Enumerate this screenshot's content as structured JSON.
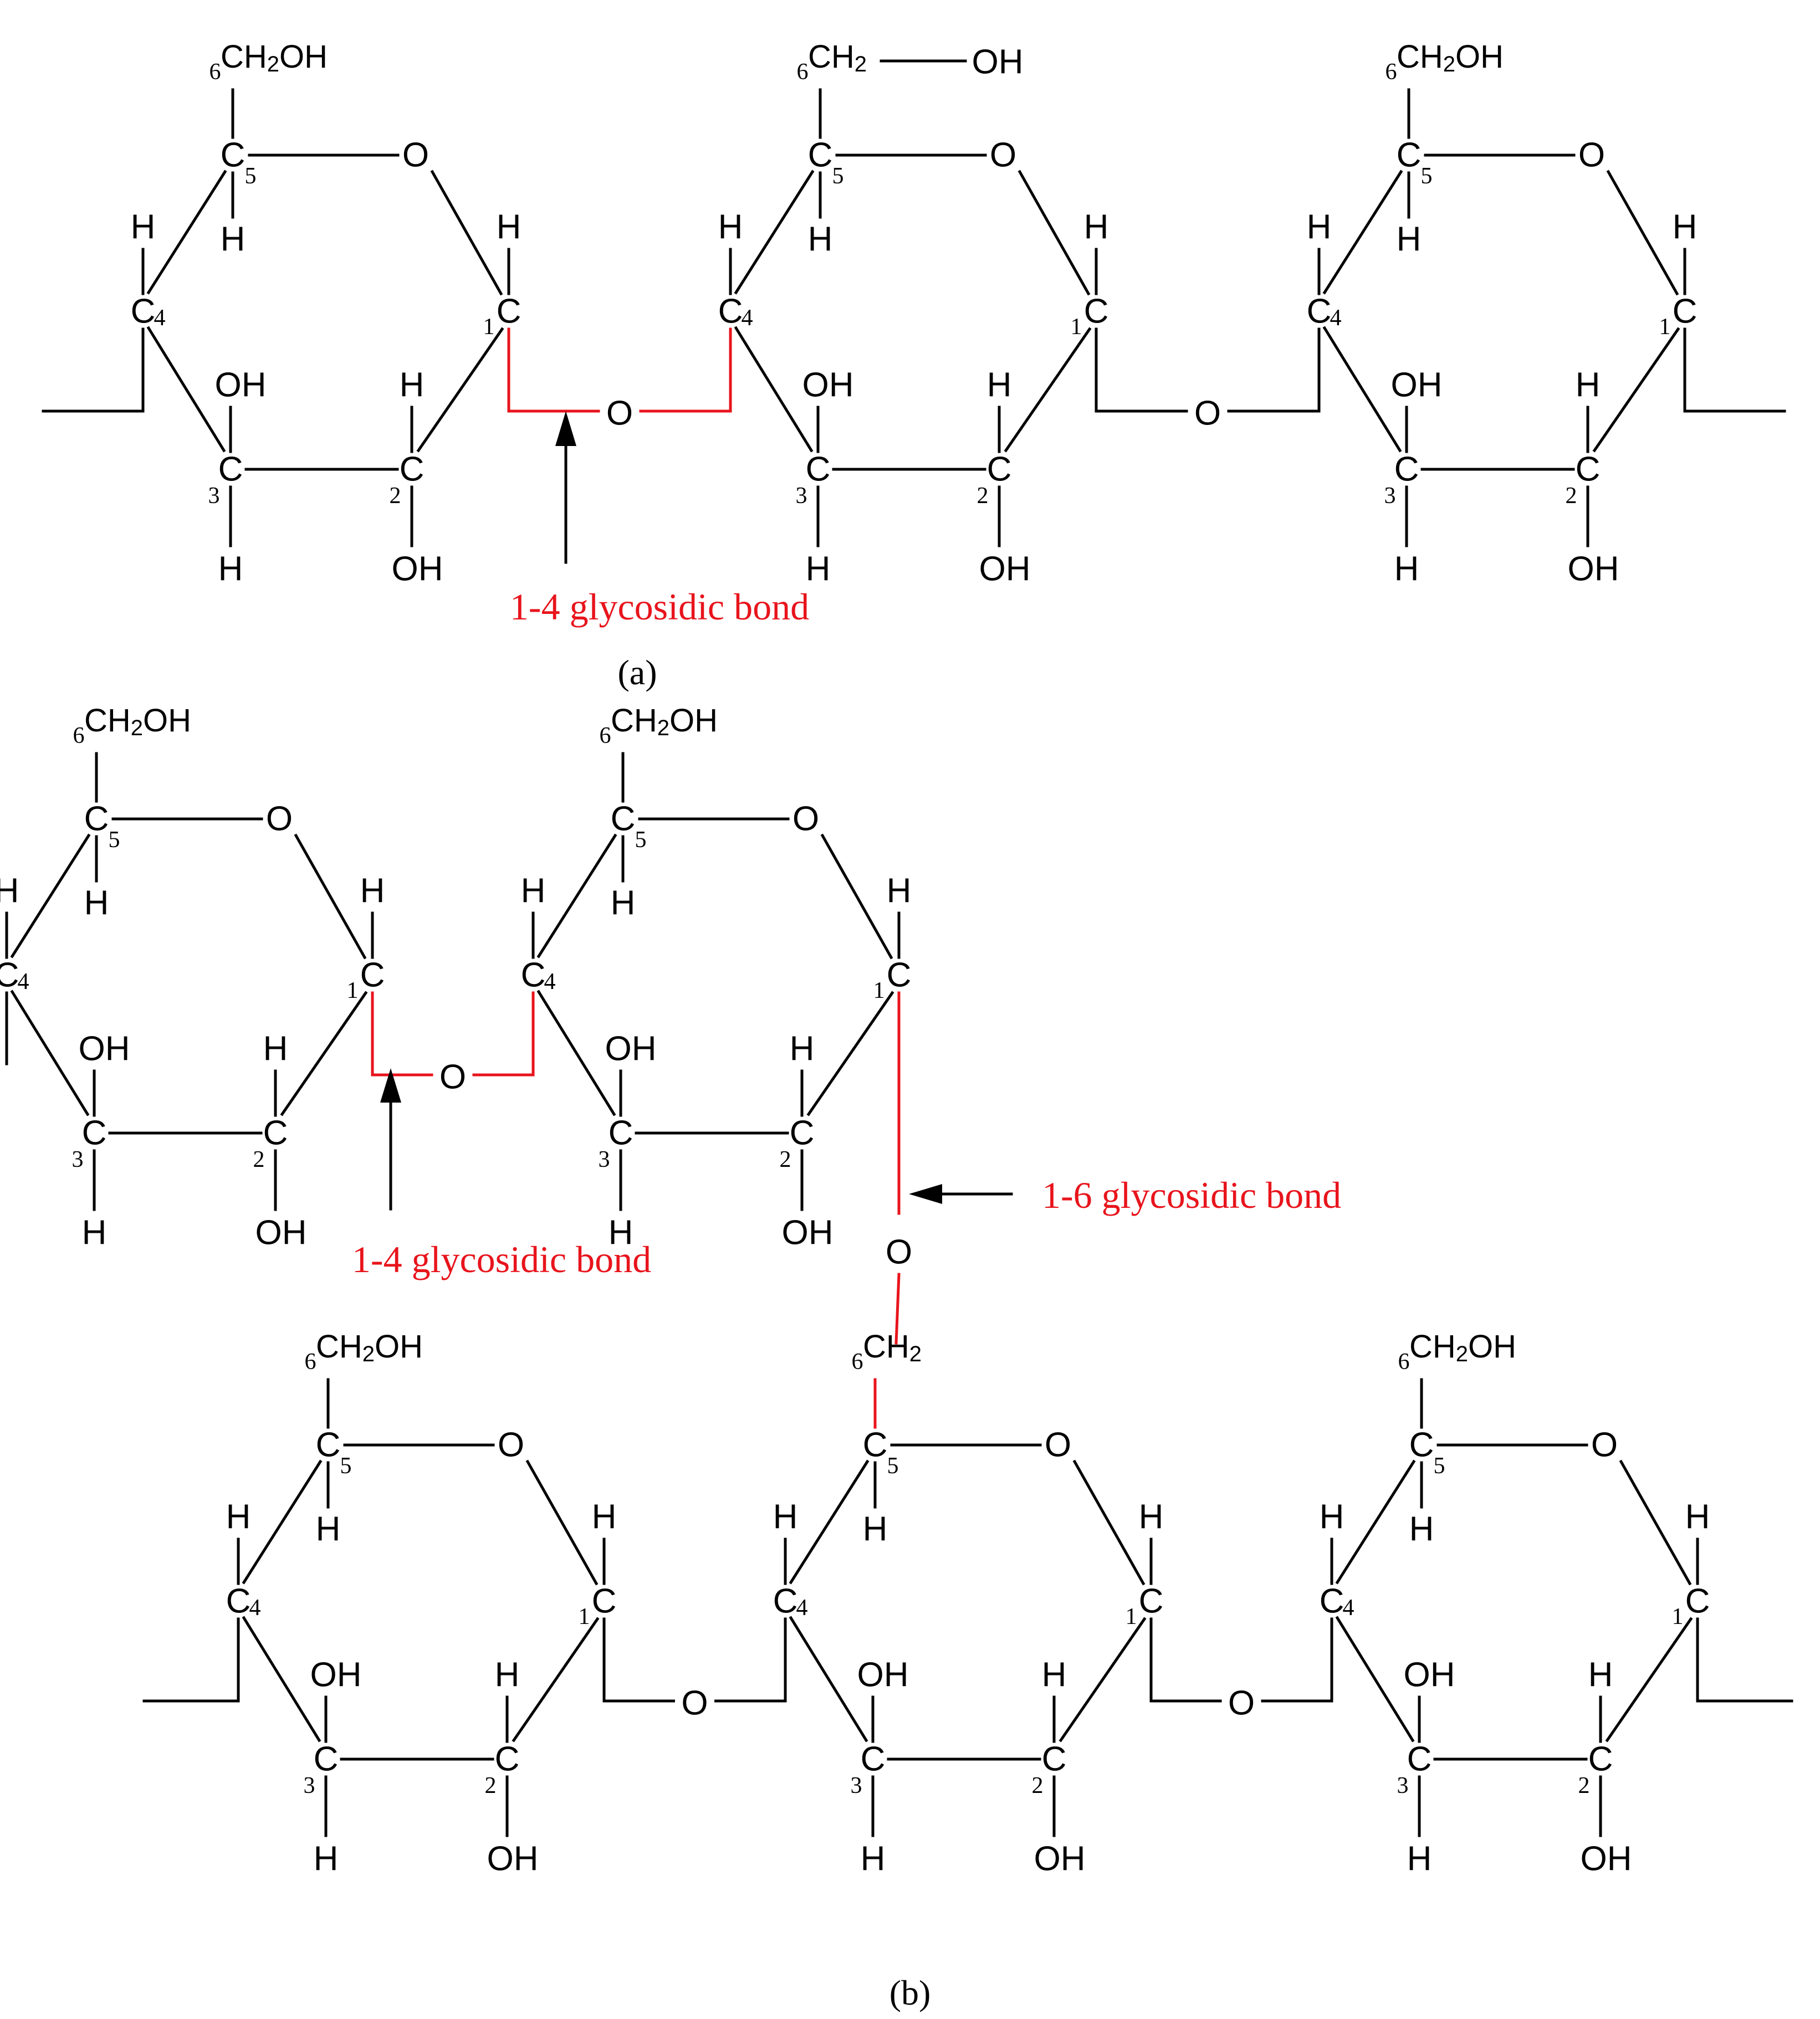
{
  "atoms": {
    "carbon": "C",
    "oxygen": "O",
    "hydrogen": "H",
    "hydroxyl": "OH",
    "ch2_prefix": "CH",
    "subscript_2": "2",
    "ch2oh_suffix": "OH"
  },
  "positions": {
    "c1": "1",
    "c2": "2",
    "c3": "3",
    "c4": "4",
    "c5": "5",
    "c6": "6"
  },
  "annotations": {
    "bond_14": "1-4 glycosidic bond",
    "bond_16": "1-6 glycosidic bond"
  },
  "captions": {
    "a": "(a)",
    "b": "(b)"
  },
  "colors": {
    "bond": "#000000",
    "highlight": "#e8141c"
  }
}
